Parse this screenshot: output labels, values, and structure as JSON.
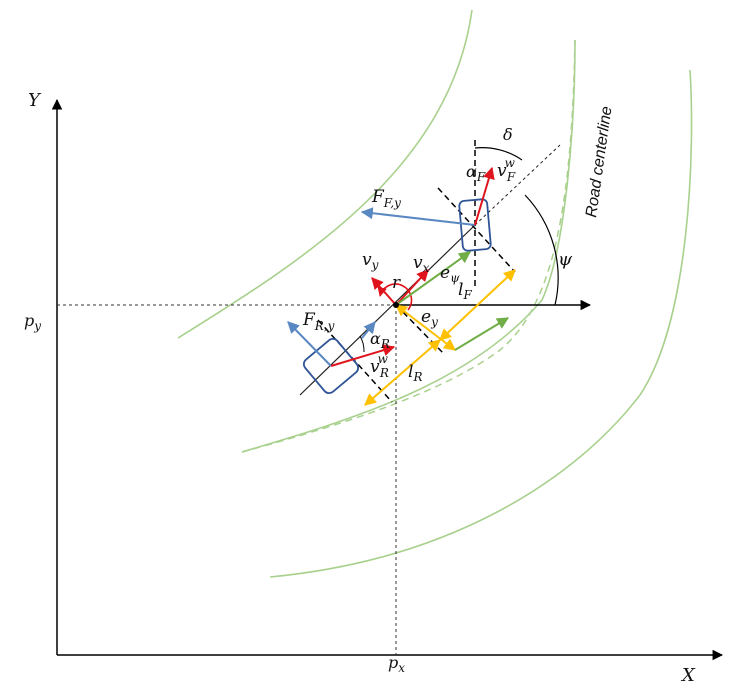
{
  "axes": {
    "x_label": "X",
    "y_label": "Y",
    "px_label": "p",
    "px_sub": "x",
    "py_label": "p",
    "py_sub": "y"
  },
  "road": {
    "centerline_label": "Road centerline"
  },
  "angles": {
    "delta": "δ",
    "psi": "ψ"
  },
  "front": {
    "force": {
      "base": "F",
      "sub": "F,y"
    },
    "slip": {
      "base": "α",
      "sub": "F"
    },
    "wheel_velocity": {
      "base": "v",
      "sub": "F",
      "sup": "w"
    },
    "length": {
      "base": "l",
      "sub": "F"
    }
  },
  "rear": {
    "force": {
      "base": "F",
      "sub": "R,y"
    },
    "slip": {
      "base": "α",
      "sub": "R"
    },
    "wheel_velocity": {
      "base": "v",
      "sub": "R",
      "sup": "w"
    },
    "length": {
      "base": "l",
      "sub": "R"
    }
  },
  "cg": {
    "vx": {
      "base": "v",
      "sub": "x"
    },
    "vy": {
      "base": "v",
      "sub": "y"
    },
    "yaw_rate": "r",
    "e_psi": {
      "base": "e",
      "sub": "ψ"
    },
    "e_y": {
      "base": "e",
      "sub": "y"
    }
  },
  "colors": {
    "road": "#a9d18e",
    "force": "#5a88c2",
    "velocity": "#e0141c",
    "error": "#ffc000",
    "error_arrow": "#70ad47",
    "vehicle_box": "#2f5597",
    "axis": "#000000"
  }
}
